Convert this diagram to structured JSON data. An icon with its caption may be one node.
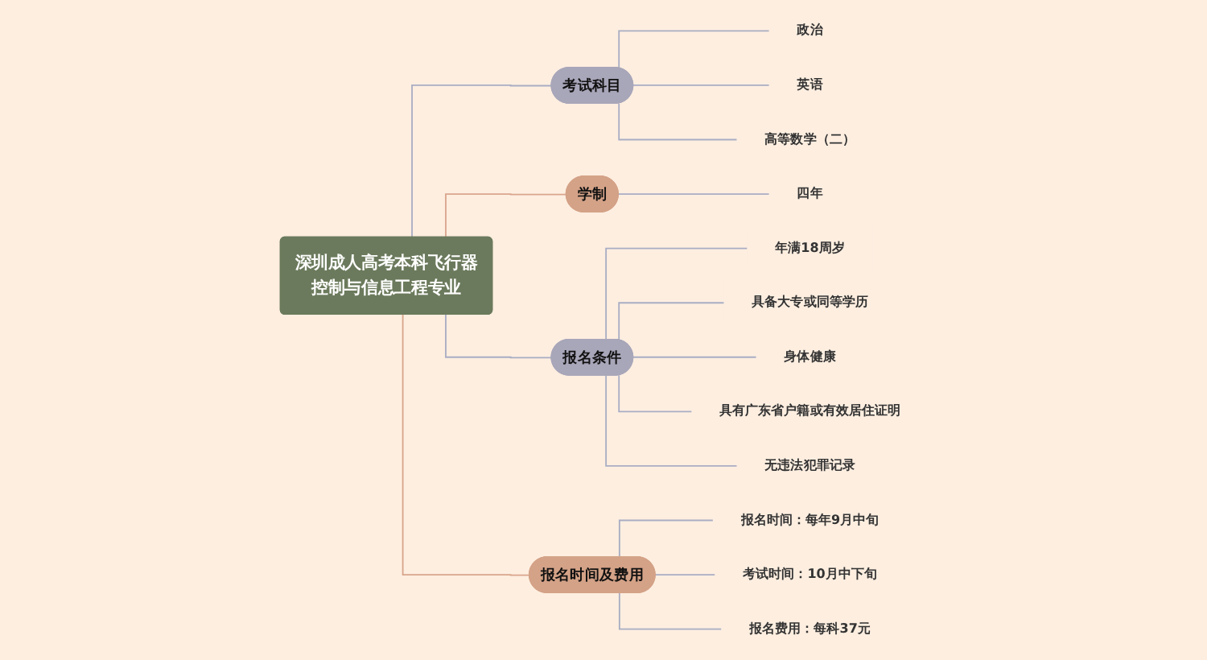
{
  "diagram": {
    "nodes": [
      {
        "text": [
          "深圳成人高考本科飞行器控制与信息工程专业"
        ]
      },
      {
        "text": [
          "考试科目"
        ]
      },
      {
        "text": [
          "政治"
        ]
      },
      {
        "text": [
          "英语"
        ]
      },
      {
        "text": [
          "高等数学（二）"
        ]
      },
      {
        "text": [
          "学制"
        ]
      },
      {
        "text": [
          "四年"
        ]
      },
      {
        "text": [
          "报名条件"
        ]
      },
      {
        "text": [
          "年满18周岁"
        ]
      },
      {
        "text": [
          "具备大专或同等学历"
        ]
      },
      {
        "text": [
          "身体健康"
        ]
      },
      {
        "text": [
          "具有广东省户籍或有效居住证明"
        ]
      },
      {
        "text": [
          "无违法犯罪记录"
        ]
      },
      {
        "text": [
          "报名时间及费用"
        ]
      },
      {
        "text": [
          "报名时间：每年9月中旬"
        ]
      },
      {
        "text": [
          "考试时间：10月中下旬"
        ]
      },
      {
        "text": [
          "报名费用：每科37元"
        ]
      }
    ],
    "edges": [
      {
        "from": 0,
        "to": 1,
        "arrow": "none"
      },
      {
        "from": 1,
        "to": 2,
        "arrow": "none"
      },
      {
        "from": 1,
        "to": 3,
        "arrow": "none"
      },
      {
        "from": 1,
        "to": 4,
        "arrow": "none"
      },
      {
        "from": 0,
        "to": 5,
        "arrow": "none",
        "color": "#d9a58c"
      },
      {
        "from": 5,
        "to": 6,
        "arrow": "none"
      },
      {
        "from": 0,
        "to": 7,
        "arrow": "none"
      },
      {
        "from": 7,
        "to": 8,
        "arrow": "none"
      },
      {
        "from": 7,
        "to": 9,
        "arrow": "none"
      },
      {
        "from": 7,
        "to": 10,
        "arrow": "none"
      },
      {
        "from": 7,
        "to": 11,
        "arrow": "none"
      },
      {
        "from": 7,
        "to": 12,
        "arrow": "none"
      },
      {
        "from": 0,
        "to": 13,
        "arrow": "none",
        "color": "#d9a58c"
      },
      {
        "from": 13,
        "to": 14,
        "arrow": "none"
      },
      {
        "from": 13,
        "to": 15,
        "arrow": "none"
      },
      {
        "from": 13,
        "to": 16,
        "arrow": "none"
      }
    ]
  }
}
